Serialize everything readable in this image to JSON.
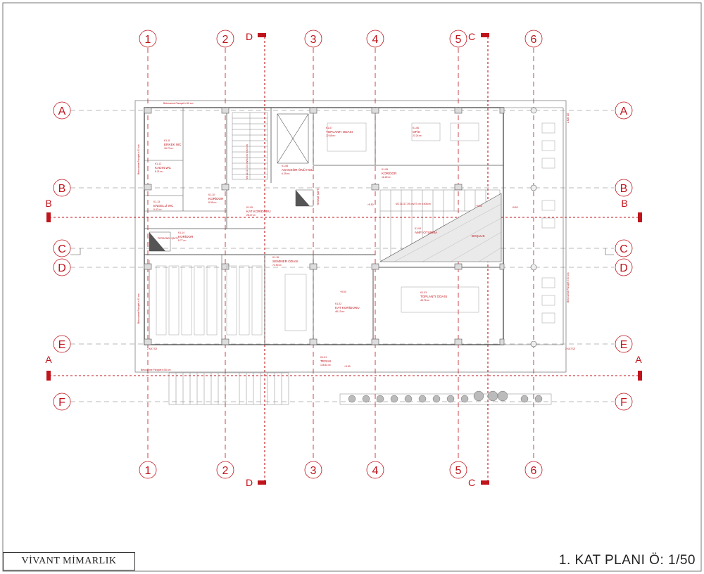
{
  "drawing": {
    "firm_name": "VİVANT MİMARLIK",
    "sheet_title": "1. KAT PLANI Ö: 1/50",
    "accent_color": "#c0141c",
    "line_color": "#555555"
  },
  "grid_columns": [
    "1",
    "2",
    "3",
    "4",
    "5",
    "6"
  ],
  "grid_rows": [
    "A",
    "B",
    "C",
    "D",
    "E",
    "F"
  ],
  "section_lines": [
    "A",
    "B",
    "C",
    "D"
  ],
  "façade_notes": {
    "top": "Betonarme Parapet h:50 cm",
    "bottom": "Betonarme Parapet h:50 cm",
    "left_upper": "Betonarme Parapet h:50 cm",
    "left_lower": "Betonarme Parapet h:50 cm",
    "right_upper": "2.KAT İZİ",
    "right_lower": "Betonarme Parapet h:50 cm",
    "left_bottom_trace": "2.KAT İZİ",
    "right_bottom_trace": "2.KAT İZİ"
  },
  "stairs": [
    {
      "text": "M4 21X17.30 cm/30 cm h:400cm"
    },
    {
      "text": "M2 21X17.39 cm/27 cm h:400cm"
    }
  ],
  "levels": [
    "+5.50",
    "+5.50",
    "+5.50",
    "+5.50",
    "+5.50"
  ],
  "rooms": [
    {
      "code": "K1-11",
      "name": "ERKEK WC",
      "area": "18.70 m²"
    },
    {
      "code": "K1-12",
      "name": "KADIN WC",
      "area": "8.21 m²"
    },
    {
      "code": "K1-13",
      "name": "ENGELLİ WC",
      "area": "5.47 m²"
    },
    {
      "code": "K1-10",
      "name": "KORİDOR",
      "area": "8.99 m²"
    },
    {
      "code": "K1-14",
      "name": "KORİDOR",
      "area": "8.77 m²"
    },
    {
      "code": "K1-09",
      "name": "KAT KORİDORU",
      "area": "28.47 m²"
    },
    {
      "code": "K1-08",
      "name": "ASANSÖR ÖNÜ HOL",
      "area": "6.29 m²"
    },
    {
      "code": "K1-07",
      "name": "TOPLANTI ODASI",
      "area": "22.68 m²"
    },
    {
      "code": "K1-06",
      "name": "OFİS",
      "area": "23.24 m²"
    },
    {
      "code": "K1-05",
      "name": "KORİDOR",
      "area": "16.25 m²"
    },
    {
      "code": "K1-04",
      "name": "AMFİ OTURMA",
      "area": ""
    },
    {
      "code": "K1-15",
      "name": "SEMİNER ODASI",
      "area": "71.90 m²"
    },
    {
      "code": "K1-02",
      "name": "KAT KORİDORU",
      "area": "48.13 m²"
    },
    {
      "code": "K1-03",
      "name": "TOPLANTI ODASI",
      "area": "48.75 m²"
    },
    {
      "code": "K1-01",
      "name": "TERAS",
      "area": "128.61 m²"
    }
  ],
  "other_labels": {
    "void": "BOŞLUK",
    "shaft_1": "PERSONEL ŞAFTI",
    "shaft_2": "TESİSAT ŞAFTI"
  }
}
